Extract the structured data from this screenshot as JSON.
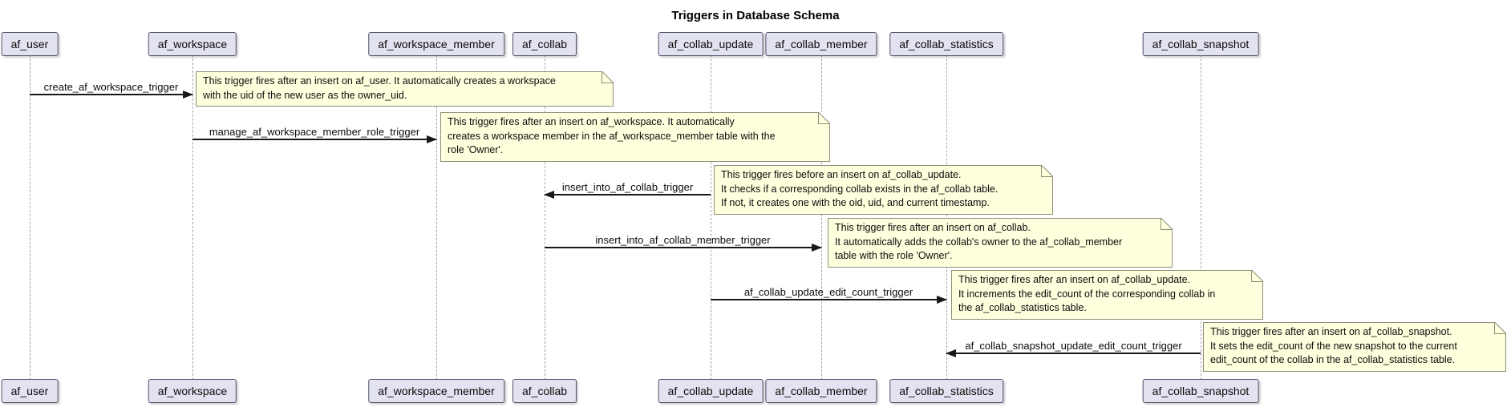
{
  "title": "Triggers in Database Schema",
  "colors": {
    "participant_fill": "#E2E2F0",
    "participant_border": "#50506a",
    "note_fill": "#FEFFDD",
    "note_border": "#8E8E78",
    "arrow": "#181818",
    "lifeline": "#a5a5a5"
  },
  "participants": [
    {
      "name": "af_user"
    },
    {
      "name": "af_workspace"
    },
    {
      "name": "af_workspace_member"
    },
    {
      "name": "af_collab"
    },
    {
      "name": "af_collab_update"
    },
    {
      "name": "af_collab_member"
    },
    {
      "name": "af_collab_statistics"
    },
    {
      "name": "af_collab_snapshot"
    }
  ],
  "messages": [
    {
      "label": "create_af_workspace_trigger",
      "from": "af_user",
      "to": "af_workspace"
    },
    {
      "label": "manage_af_workspace_member_role_trigger",
      "from": "af_workspace",
      "to": "af_workspace_member"
    },
    {
      "label": "insert_into_af_collab_trigger",
      "from": "af_collab_update",
      "to": "af_collab"
    },
    {
      "label": "insert_into_af_collab_member_trigger",
      "from": "af_collab",
      "to": "af_collab_member"
    },
    {
      "label": "af_collab_update_edit_count_trigger",
      "from": "af_collab_update",
      "to": "af_collab_statistics"
    },
    {
      "label": "af_collab_snapshot_update_edit_count_trigger",
      "from": "af_collab_snapshot",
      "to": "af_collab_statistics"
    }
  ],
  "notes": [
    {
      "lines": [
        "This trigger fires after an insert on af_user. It automatically creates a workspace",
        "with the uid of the new user as the owner_uid."
      ]
    },
    {
      "lines": [
        "This trigger fires after an insert on af_workspace. It automatically",
        "creates a workspace member in the af_workspace_member table with the",
        "role 'Owner'."
      ]
    },
    {
      "lines": [
        "This trigger fires before an insert on af_collab_update.",
        "It checks if a corresponding collab exists in the af_collab table.",
        "If not, it creates one with the oid, uid, and current timestamp."
      ]
    },
    {
      "lines": [
        "This trigger fires after an insert on af_collab.",
        "It automatically adds the collab's owner to the af_collab_member",
        "table with the role 'Owner'."
      ]
    },
    {
      "lines": [
        "This trigger fires after an insert on af_collab_update.",
        "It increments the edit_count of the corresponding collab in",
        "the af_collab_statistics table."
      ]
    },
    {
      "lines": [
        "This trigger fires after an insert on af_collab_snapshot.",
        "It sets the edit_count of the new snapshot to the current",
        "edit_count of the collab in the af_collab_statistics table."
      ]
    }
  ]
}
